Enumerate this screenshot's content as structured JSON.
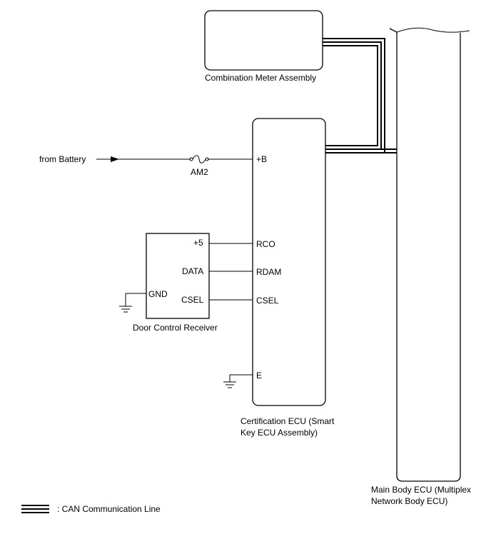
{
  "components": {
    "combination_meter": "Combination Meter Assembly",
    "certification_ecu_line1": "Certification ECU (Smart",
    "certification_ecu_line2": "Key ECU Assembly)",
    "door_control_receiver": "Door Control Receiver",
    "main_body_ecu_line1": "Main Body ECU (Multiplex",
    "main_body_ecu_line2": "Network Body ECU)"
  },
  "power": {
    "source": "from Battery",
    "fuse": "AM2"
  },
  "ecu_pins": {
    "plus_b": "+B",
    "rco": "RCO",
    "rdam": "RDAM",
    "csel": "CSEL",
    "e": "E"
  },
  "receiver_pins": {
    "plus5": "+5",
    "data": "DATA",
    "csel": "CSEL",
    "gnd": "GND"
  },
  "legend": {
    "can_line": ": CAN Communication Line"
  }
}
